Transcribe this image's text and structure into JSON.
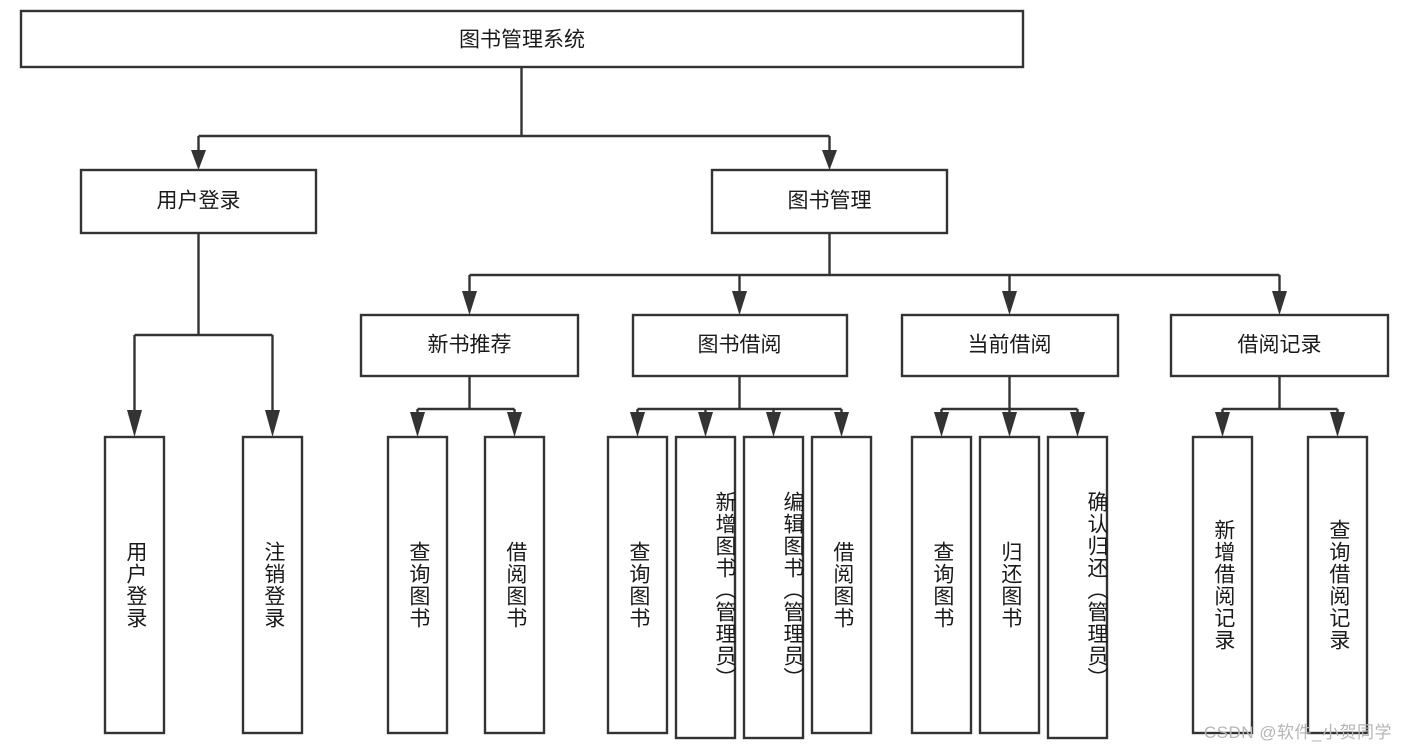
{
  "diagram": {
    "title": "图书管理系统",
    "type": "tree-hierarchy-chart",
    "root": {
      "id": "root",
      "label": "图书管理系统",
      "orientation": "horizontal"
    },
    "level2": [
      {
        "id": "user-login",
        "label": "用户登录",
        "orientation": "horizontal"
      },
      {
        "id": "book-management",
        "label": "图书管理",
        "orientation": "horizontal"
      }
    ],
    "level3": [
      {
        "id": "new-book-recommend",
        "label": "新书推荐",
        "orientation": "horizontal"
      },
      {
        "id": "book-borrow",
        "label": "图书借阅",
        "orientation": "horizontal"
      },
      {
        "id": "current-borrow",
        "label": "当前借阅",
        "orientation": "horizontal"
      },
      {
        "id": "borrow-record",
        "label": "借阅记录",
        "orientation": "horizontal"
      }
    ],
    "leaves": {
      "user_login": [
        {
          "id": "leaf-user-login",
          "label": "用户登录",
          "orientation": "vertical"
        },
        {
          "id": "leaf-logout-login",
          "label": "注销登录",
          "orientation": "vertical"
        }
      ],
      "new_book_recommend": [
        {
          "id": "leaf-query-book-1",
          "label": "查询图书",
          "orientation": "vertical"
        },
        {
          "id": "leaf-borrow-book-1",
          "label": "借阅图书",
          "orientation": "vertical"
        }
      ],
      "book_borrow": [
        {
          "id": "leaf-query-book-2",
          "label": "查询图书",
          "orientation": "vertical"
        },
        {
          "id": "leaf-add-book-admin",
          "label": "新增图书（管理员）",
          "orientation": "vertical"
        },
        {
          "id": "leaf-edit-book-admin",
          "label": "编辑图书（管理员）",
          "orientation": "vertical"
        },
        {
          "id": "leaf-borrow-book-2",
          "label": "借阅图书",
          "orientation": "vertical"
        }
      ],
      "current_borrow": [
        {
          "id": "leaf-query-book-3",
          "label": "查询图书",
          "orientation": "vertical"
        },
        {
          "id": "leaf-return-book",
          "label": "归还图书",
          "orientation": "vertical"
        },
        {
          "id": "leaf-confirm-return-admin",
          "label": "确认归还（管理员）",
          "orientation": "vertical"
        }
      ],
      "borrow_record": [
        {
          "id": "leaf-add-borrow-record",
          "label": "新增借阅记录",
          "orientation": "vertical"
        },
        {
          "id": "leaf-query-borrow-record",
          "label": "查询借阅记录",
          "orientation": "vertical"
        }
      ]
    },
    "colors": {
      "stroke": "#333333",
      "fill": "#ffffff",
      "text": "#1a1a1a",
      "watermark": "#b6b6b6",
      "background": "#ffffff"
    }
  },
  "watermark": {
    "text": "CSDN @软件_小贺同学"
  }
}
